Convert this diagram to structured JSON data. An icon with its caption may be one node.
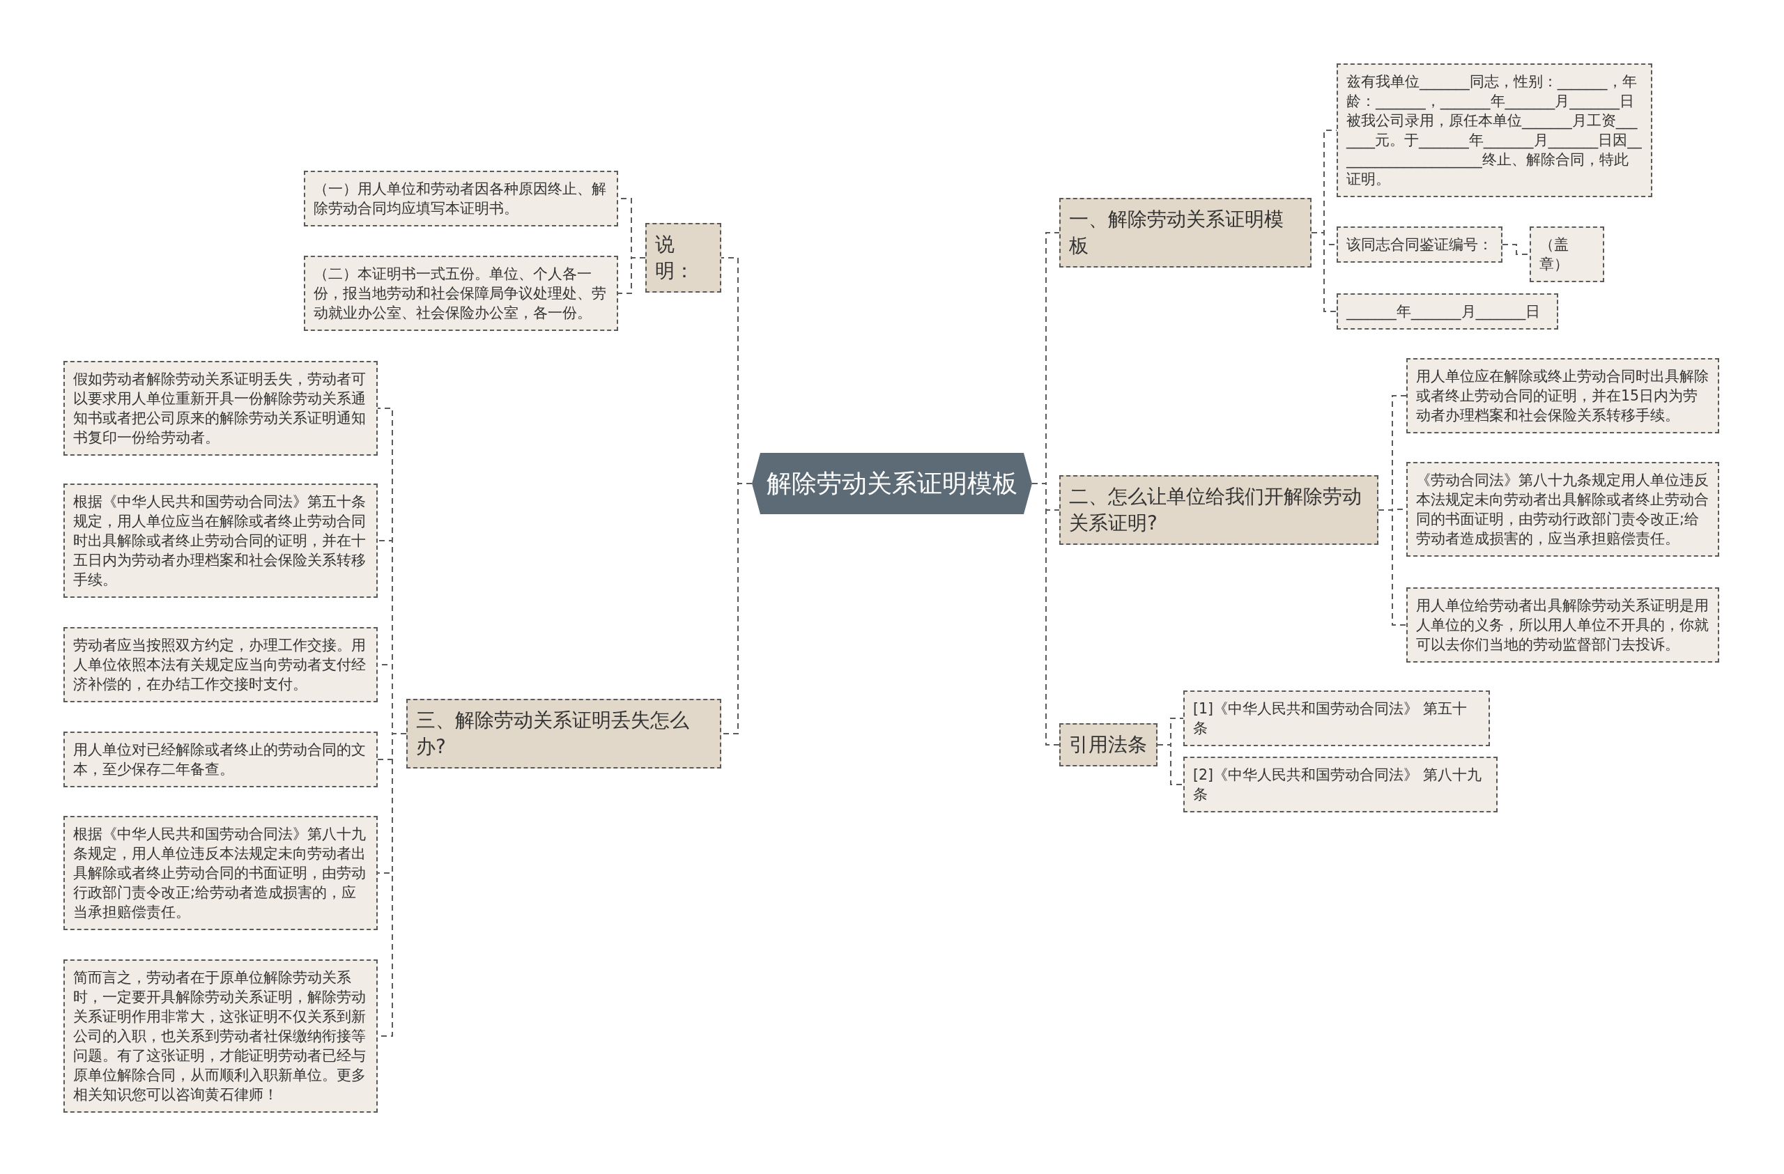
{
  "diagram": {
    "nodes": [
      {
        "text": [
          "解除劳动关系证明模板"
        ]
      },
      {
        "text": [
          "一、解除劳动关系证明模板"
        ]
      },
      {
        "text": [
          "兹有我单位_______同志，性别：_______，年龄：_______，_______年_______月_______日被我公司录用，原任本单位_______月工资_______元。于_______年_______月_______日因_____________________终止、解除合同，特此证明。"
        ]
      },
      {
        "text": [
          "该同志合同鉴证编号："
        ]
      },
      {
        "text": [
          "（盖章）"
        ]
      },
      {
        "text": [
          "_______年_______月_______日"
        ]
      },
      {
        "text": [
          "二、怎么让单位给我们开解除劳动关系证明?"
        ]
      },
      {
        "text": [
          "用人单位应在解除或终止劳动合同时出具解除或者终止劳动合同的证明，并在15日内为劳动者办理档案和社会保险关系转移手续。"
        ]
      },
      {
        "text": [
          "《劳动合同法》第八十九条规定用人单位违反本法规定未向劳动者出具解除或者终止劳动合同的书面证明，由劳动行政部门责令改正;给劳动者造成损害的，应当承担赔偿责任。"
        ]
      },
      {
        "text": [
          "用人单位给劳动者出具解除劳动关系证明是用人单位的义务，所以用人单位不开具的，你就可以去你们当地的劳动监督部门去投诉。"
        ]
      },
      {
        "text": [
          "引用法条"
        ]
      },
      {
        "text": [
          "[1]《中华人民共和国劳动合同法》 第五十条"
        ]
      },
      {
        "text": [
          "[2]《中华人民共和国劳动合同法》 第八十九条"
        ]
      },
      {
        "text": [
          "说明："
        ]
      },
      {
        "text": [
          "（一）用人单位和劳动者因各种原因终止、解除劳动合同均应填写本证明书。"
        ]
      },
      {
        "text": [
          "（二）本证明书一式五份。单位、个人各一份，报当地劳动和社会保障局争议处理处、劳动就业办公室、社会保险办公室，各一份。"
        ]
      },
      {
        "text": [
          "三、解除劳动关系证明丢失怎么办?"
        ]
      },
      {
        "text": [
          "假如劳动者解除劳动关系证明丢失，劳动者可以要求用人单位重新开具一份解除劳动关系通知书或者把公司原来的解除劳动关系证明通知书复印一份给劳动者。"
        ]
      },
      {
        "text": [
          "根据《中华人民共和国劳动合同法》第五十条规定，用人单位应当在解除或者终止劳动合同时出具解除或者终止劳动合同的证明，并在十五日内为劳动者办理档案和社会保险关系转移手续。"
        ]
      },
      {
        "text": [
          "劳动者应当按照双方约定，办理工作交接。用人单位依照本法有关规定应当向劳动者支付经济补偿的，在办结工作交接时支付。"
        ]
      },
      {
        "text": [
          "用人单位对已经解除或者终止的劳动合同的文本，至少保存二年备查。"
        ]
      },
      {
        "text": [
          "根据《中华人民共和国劳动合同法》第八十九条规定，用人单位违反本法规定未向劳动者出具解除或者终止劳动合同的书面证明，由劳动行政部门责令改正;给劳动者造成损害的，应当承担赔偿责任。"
        ]
      },
      {
        "text": [
          "简而言之，劳动者在于原单位解除劳动关系时，一定要开具解除劳动关系证明，解除劳动关系证明作用非常大，这张证明不仅关系到新公司的入职，也关系到劳动者社保缴纳衔接等问题。有了这张证明，才能证明劳动者已经与原单位解除合同，从而顺利入职新单位。更多相关知识您可以咨询黄石律师！"
        ]
      }
    ],
    "edges": [
      {
        "from": 0,
        "to": 1,
        "arrow": "none"
      },
      {
        "from": 1,
        "to": 2,
        "arrow": "none"
      },
      {
        "from": 1,
        "to": 3,
        "arrow": "none"
      },
      {
        "from": 3,
        "to": 4,
        "arrow": "none"
      },
      {
        "from": 1,
        "to": 5,
        "arrow": "none"
      },
      {
        "from": 0,
        "to": 6,
        "arrow": "none"
      },
      {
        "from": 6,
        "to": 7,
        "arrow": "none"
      },
      {
        "from": 6,
        "to": 8,
        "arrow": "none"
      },
      {
        "from": 6,
        "to": 9,
        "arrow": "none"
      },
      {
        "from": 0,
        "to": 10,
        "arrow": "none"
      },
      {
        "from": 10,
        "to": 11,
        "arrow": "none"
      },
      {
        "from": 10,
        "to": 12,
        "arrow": "none"
      },
      {
        "from": 0,
        "to": 13,
        "arrow": "none"
      },
      {
        "from": 13,
        "to": 14,
        "arrow": "none"
      },
      {
        "from": 13,
        "to": 15,
        "arrow": "none"
      },
      {
        "from": 0,
        "to": 16,
        "arrow": "none"
      },
      {
        "from": 16,
        "to": 17,
        "arrow": "none"
      },
      {
        "from": 16,
        "to": 18,
        "arrow": "none"
      },
      {
        "from": 16,
        "to": 19,
        "arrow": "none"
      },
      {
        "from": 16,
        "to": 20,
        "arrow": "none"
      },
      {
        "from": 16,
        "to": 21,
        "arrow": "none"
      },
      {
        "from": 16,
        "to": 22,
        "arrow": "none"
      }
    ]
  }
}
